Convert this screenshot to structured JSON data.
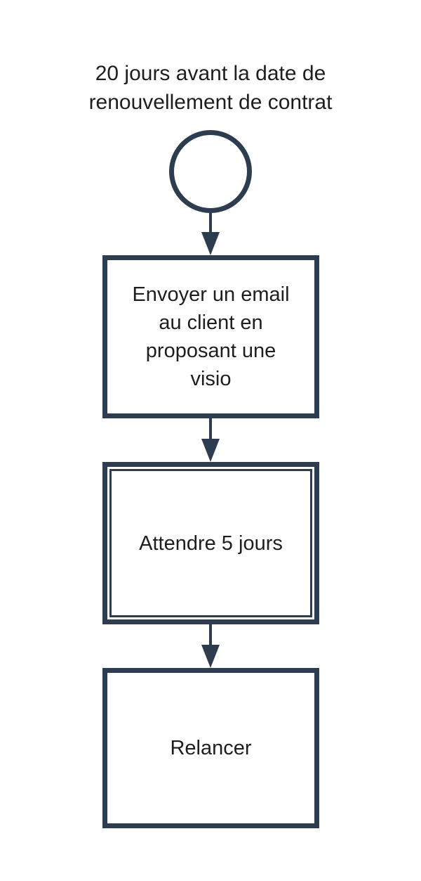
{
  "colors": {
    "stroke": "#2d3c4e",
    "text": "#1e1e1e",
    "background": "#ffffff"
  },
  "diagram": {
    "title": "20 jours avant la date de\nrenouvellement de contrat",
    "nodes": [
      {
        "id": "start",
        "type": "start-event",
        "shape": "circle",
        "label": ""
      },
      {
        "id": "task-1",
        "type": "task",
        "shape": "rectangle",
        "label": "Envoyer un email\nau client en\nproposant une\nvisio"
      },
      {
        "id": "task-2",
        "type": "wait-task",
        "shape": "double-border-rectangle",
        "label": "Attendre 5 jours"
      },
      {
        "id": "task-3",
        "type": "task",
        "shape": "rectangle",
        "label": "Relancer"
      }
    ],
    "connections": [
      {
        "from": "start",
        "to": "task-1"
      },
      {
        "from": "task-1",
        "to": "task-2"
      },
      {
        "from": "task-2",
        "to": "task-3"
      }
    ]
  }
}
